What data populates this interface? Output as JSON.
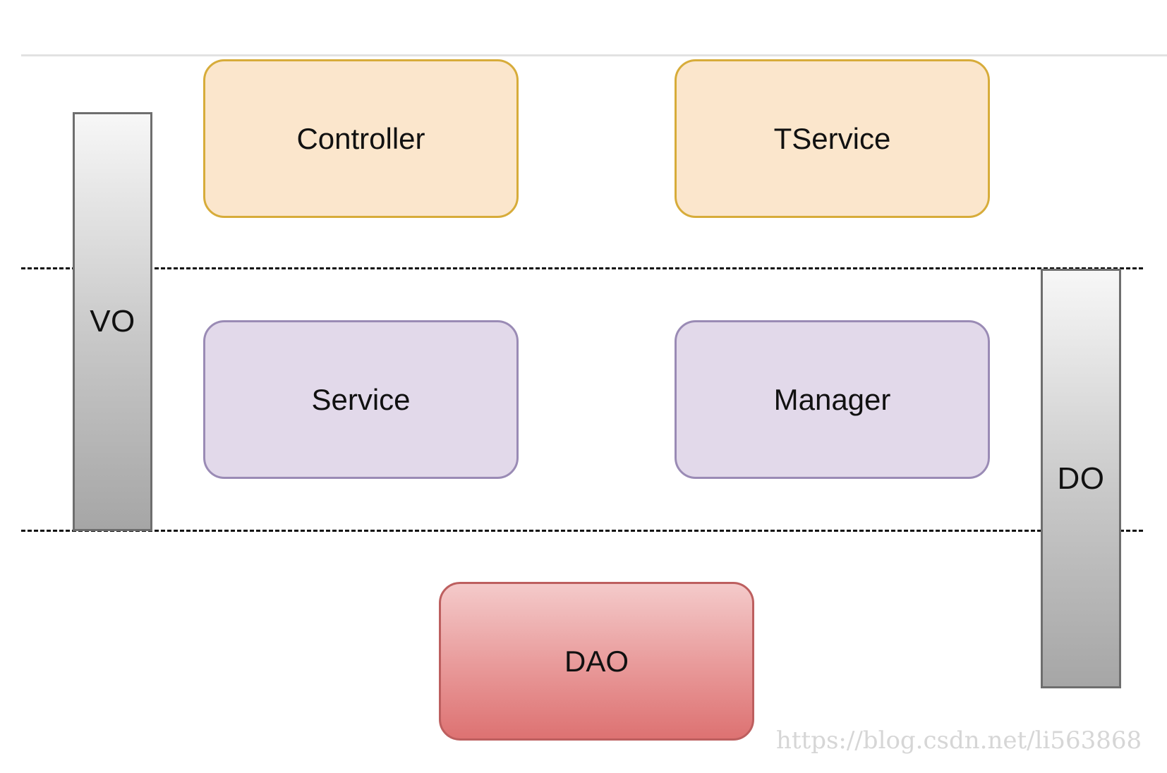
{
  "layers": {
    "top": {
      "left_box": "Controller",
      "right_box": "TService"
    },
    "middle": {
      "left_box": "Service",
      "right_box": "Manager"
    },
    "bottom": {
      "center_box": "DAO"
    }
  },
  "objects": {
    "left_bar": "VO",
    "right_bar": "DO"
  },
  "watermark": "https://blog.csdn.net/li563868",
  "colors": {
    "top_layer_fill": "#fbe6cc",
    "top_layer_border": "#d7ac3a",
    "middle_layer_fill": "#e2d9ea",
    "middle_layer_border": "#9a8bb5",
    "bottom_layer_fill": "#e89898",
    "bottom_layer_border": "#bd5f5f",
    "object_bar_fill": "#c7c7c7",
    "separator_line": "#111111"
  }
}
